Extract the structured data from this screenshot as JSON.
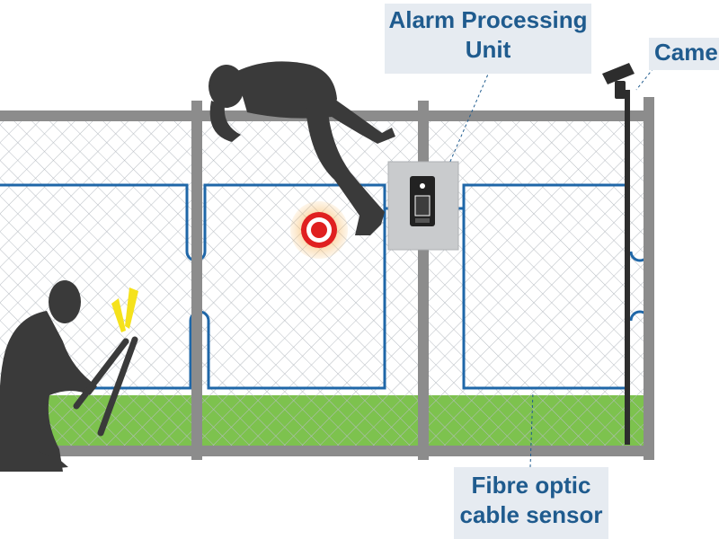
{
  "labels": {
    "alarm_unit_line1": "Alarm Processing",
    "alarm_unit_line2": "Unit",
    "camera": "Camera",
    "sensor_line1": "Fibre optic",
    "sensor_line2": "cable sensor"
  },
  "colors": {
    "label_text": "#1f5b8e",
    "label_bg": "#e6ebf1",
    "fence_frame": "#8c8c8c",
    "sensor_cable": "#1f67a8",
    "grass": "#7dc24e",
    "silhouette": "#3a3a3a",
    "target_red": "#e02020",
    "target_orange": "#f7a13a",
    "cutter_spark": "#f5e21c"
  },
  "icons": {
    "camera": "camera-icon",
    "alarm_unit": "alarm-processing-unit-icon",
    "climber": "climbing-intruder-figure",
    "cutter": "kneeling-intruder-with-bolt-cutters",
    "impact": "impact-target-icon"
  }
}
